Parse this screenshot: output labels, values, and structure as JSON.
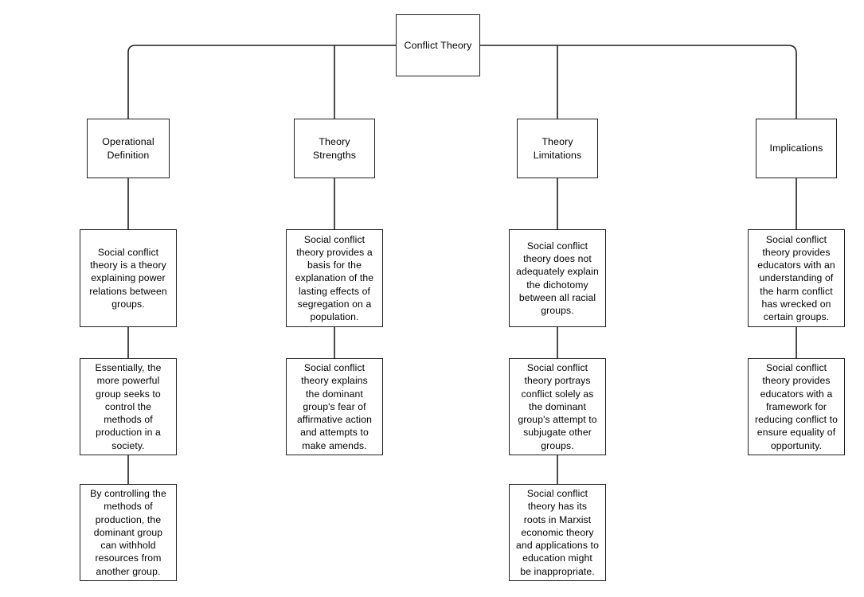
{
  "diagram": {
    "type": "hierarchical-tree",
    "title": "Conflict Theory",
    "orientation": "top-down",
    "line_color": "#231f20",
    "box_fill": "#ffffff",
    "root": {
      "id": "root",
      "label": "Conflict Theory"
    },
    "branches": [
      {
        "id": "operational-definition",
        "header": "Operational\nDefinition",
        "details": [
          "Social conflict\ntheory is a theory\nexplaining power\nrelations between\ngroups.",
          "Essentially, the\nmore powerful\ngroup seeks to\ncontrol the\nmethods of\nproduction in a\nsociety.",
          "By controlling the\nmethods of\nproduction, the\ndominant group\ncan withhold\nresources from\nanother group."
        ]
      },
      {
        "id": "theory-strengths",
        "header": "Theory\nStrengths",
        "details": [
          "Social conflict\ntheory provides a\nbasis for the\nexplanation of the\nlasting effects of\nsegregation on a\npopulation.",
          "Social conflict\ntheory explains\nthe dominant\ngroup's fear of\naffirmative action\nand attempts to\nmake amends."
        ]
      },
      {
        "id": "theory-limitations",
        "header": "Theory\nLimitations",
        "details": [
          "Social conflict\ntheory does not\nadequately explain\nthe dichotomy\nbetween all racial\ngroups.",
          "Social conflict\ntheory portrays\nconflict solely as\nthe dominant\ngroup's attempt to\nsubjugate other\ngroups.",
          "Social conflict\ntheory has its\nroots in Marxist\neconomic theory\nand applications to\neducation might\nbe inappropriate."
        ]
      },
      {
        "id": "implications",
        "header": "Implications",
        "details": [
          "Social conflict\ntheory provides\neducators with an\nunderstanding of\nthe harm conflict\nhas wrecked on\ncertain groups.",
          "Social conflict\ntheory provides\neducators with a\nframework for\nreducing conflict to\nensure equality of\nopportunity."
        ]
      }
    ]
  }
}
